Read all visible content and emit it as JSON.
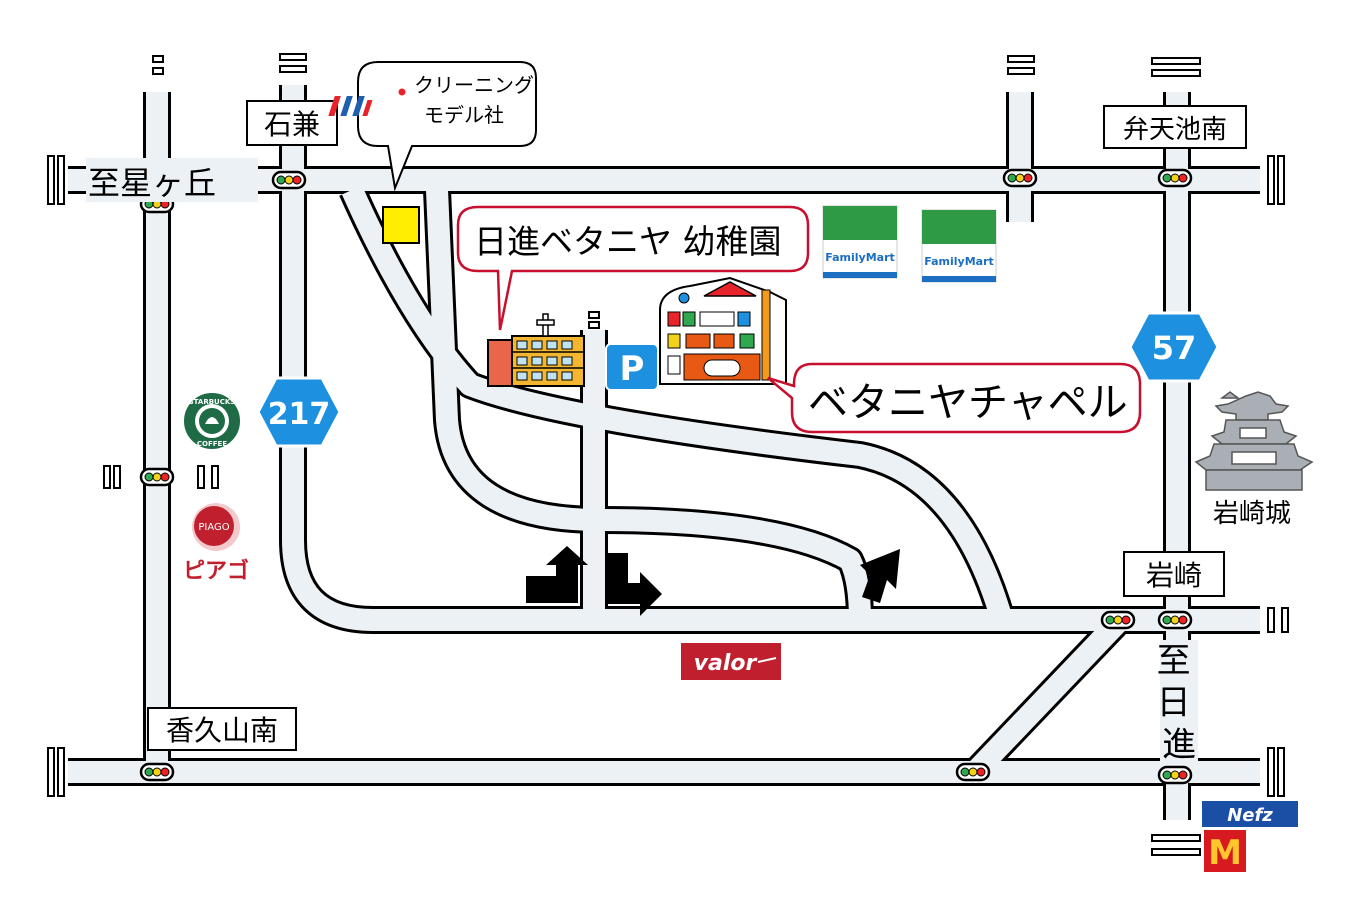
{
  "title_label_note": "",
  "places": {
    "ishikane": "石兼",
    "itaru_hoshigaoka": "至星ヶ丘",
    "bentenikeminami": "弁天池南",
    "kaguyamaminami": "香久山南",
    "iwasaki": "岩崎",
    "iwasaki_castle": "岩崎城",
    "itaru_nisshin": "至日進"
  },
  "routes": {
    "r217": "217",
    "r57": "57"
  },
  "callouts": {
    "cleaning": [
      "クリーニング",
      "モデル社"
    ],
    "kindergarten": "日進ベタニヤ 幼稚園",
    "chapel": "ベタニヤチャペル"
  },
  "shops": {
    "familymart": "FamilyMart",
    "starbucks_top": "STARBUCKS",
    "starbucks_bottom": "COFFEE",
    "piago_en": "PIAGO",
    "piago_jp": "ピアゴ",
    "valor": "valor",
    "nefz": "Nefz",
    "mcdonalds": "M"
  },
  "parking": "P",
  "colors": {
    "road_fill": "#ecf1f5",
    "callout_border": "#c8102e",
    "route_sign": "#1e90e0",
    "familymart_green": "#2e9a45",
    "familymart_blue": "#1b6ec2",
    "starbucks_green": "#1e6b45",
    "piago_red": "#c0202e",
    "valor_red": "#c0202e",
    "mcd_red": "#d71920",
    "mcd_yellow": "#ffc72c",
    "nefz_blue": "#1b4fa5",
    "chapel_orange": "#e85a14",
    "parking_blue": "#1e90e0",
    "marker_yellow": "#ffee00"
  },
  "icons": [
    "traffic-light-icon",
    "castle-icon",
    "arrow-icon",
    "kindergarten-building-icon",
    "chapel-building-icon",
    "marker-icon"
  ]
}
